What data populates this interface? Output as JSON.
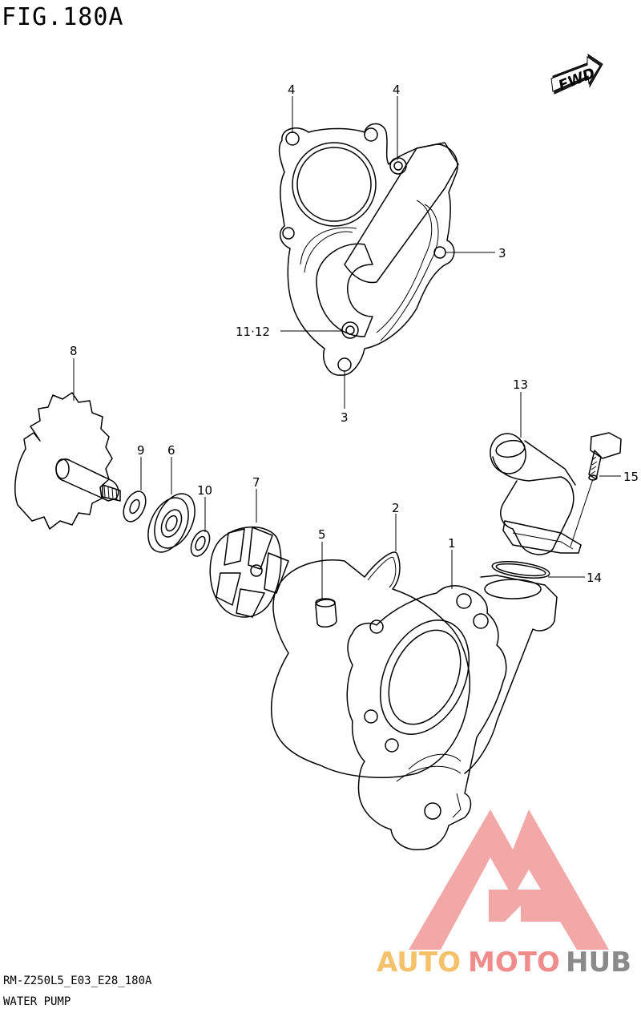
{
  "figure": {
    "title": "FIG.180A",
    "model_code": "RM-Z250L5_E03_E28_180A",
    "name": "WATER PUMP"
  },
  "fwd_label": "FWD",
  "callouts": {
    "c1": "1",
    "c2": "2",
    "c3a": "3",
    "c3b": "3",
    "c4a": "4",
    "c4b": "4",
    "c5": "5",
    "c6": "6",
    "c7": "7",
    "c8": "8",
    "c9": "9",
    "c10": "10",
    "c11_12": "11·12",
    "c13": "13",
    "c14": "14",
    "c15": "15"
  },
  "watermark": {
    "auto": "AUTO",
    "moto": "MOTO",
    "hub": "HUB",
    "colors": {
      "auto": "#f5c26b",
      "moto": "#f08c8c",
      "hub": "#8a8a8a",
      "logo": "#f29a9a"
    }
  }
}
